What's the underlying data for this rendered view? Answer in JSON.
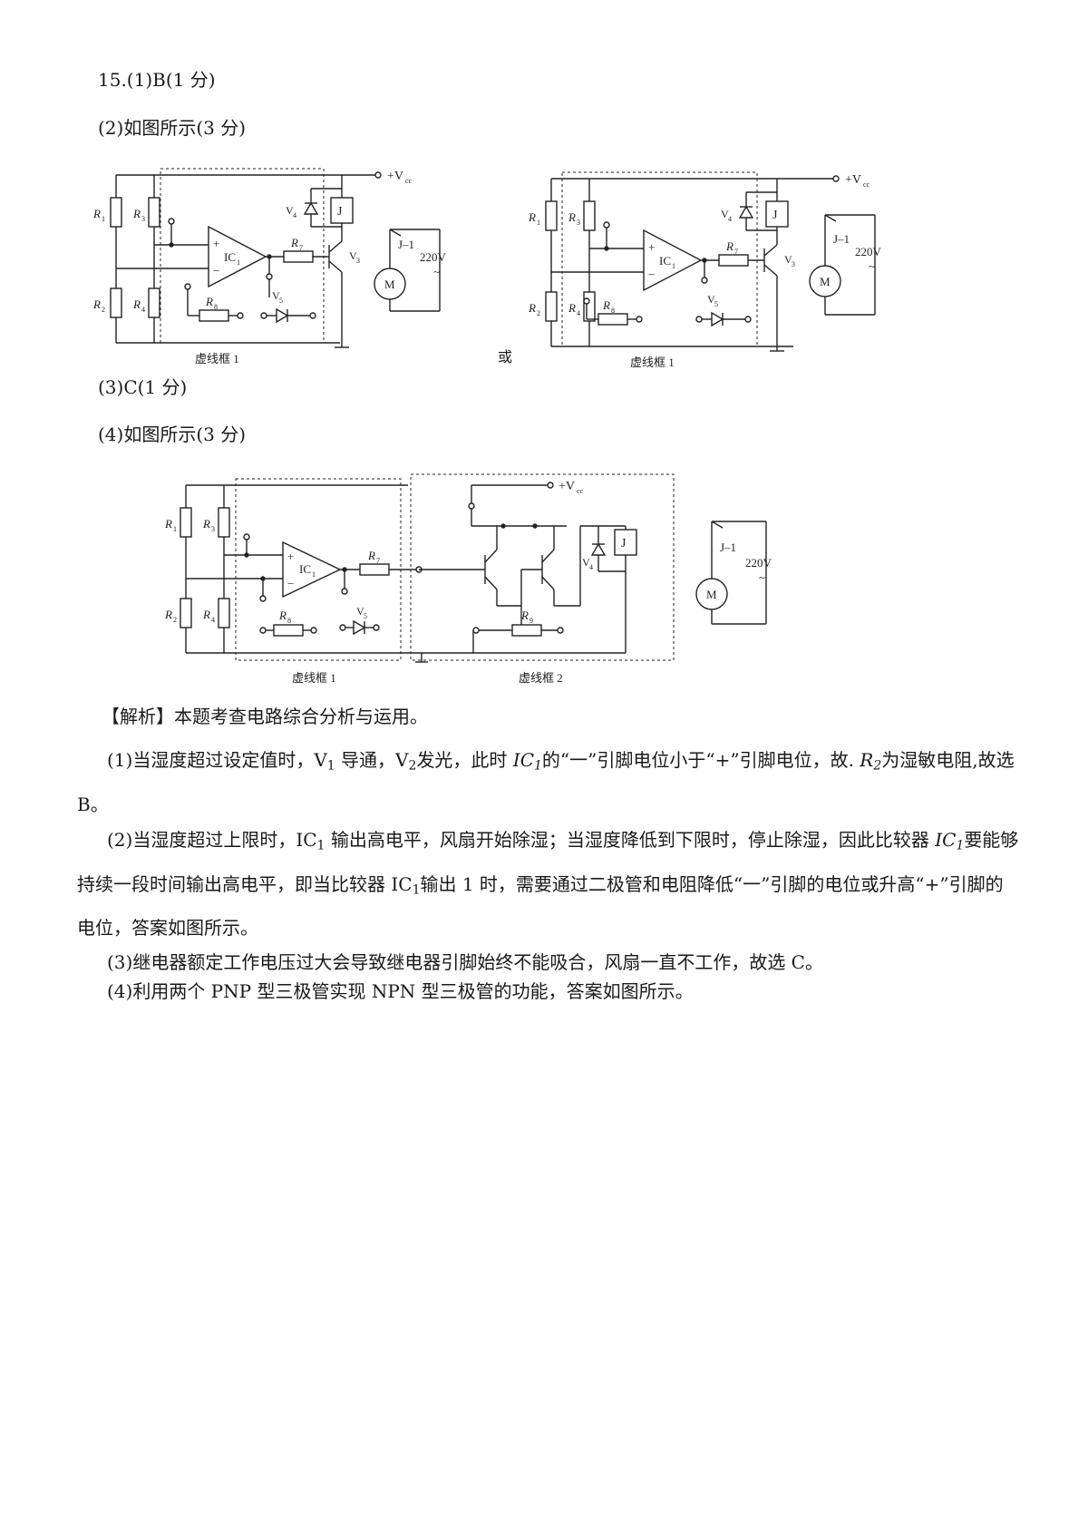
{
  "answers": {
    "q1": "15.(1)B(1 分)",
    "q2": "(2)如图所示(3 分)",
    "q3": "(3)C(1 分)",
    "q4": "(4)如图所示(3 分)",
    "or_label": "或"
  },
  "figures": {
    "vcc_label": "+V",
    "vcc_sub": "cc",
    "label_220v": "220V",
    "label_tilde": "~",
    "motor": "M",
    "relay": "J",
    "contact": "J–1",
    "box1": "虚线框 1",
    "box2": "虚线框 2",
    "ic": "IC",
    "components": [
      "R1",
      "R2",
      "R3",
      "R4",
      "R7",
      "R8",
      "R9",
      "V3",
      "V4",
      "V5"
    ]
  },
  "analysis": {
    "title": "【解析】本题考查电路综合分析与运用。",
    "p1_a": "(1)当湿度超过设定值时，V",
    "p1_b": " 导通，V",
    "p1_c": "发光，此时 ",
    "p1_d": "的“一”引脚电位小于“+”引脚电位，故.",
    "p1_e": "为湿敏电阻,故选 B。",
    "p2_a": "(2)当湿度超过上限时，IC",
    "p2_b": " 输出高电平，风扇开始除湿；当湿度降低到下限时，停止除湿，因此比较器 ",
    "p2_c": "要能够持续一段时间输出高电平，即当比较器 IC",
    "p2_d": "输出 1 时，需要通过二极管和电阻降低“一”引脚的电位或升高“+”引脚的电位，答案如图所示。",
    "p3": "(3)继电器额定工作电压过大会导致继电器引脚始终不能吸合，风扇一直不工作，故选 C。",
    "p4": "(4)利用两个 PNP 型三极管实现 NPN 型三极管的功能，答案如图所示。",
    "sub1": "1",
    "sub2": "2",
    "ic_name": "IC",
    "r_name": "R"
  }
}
